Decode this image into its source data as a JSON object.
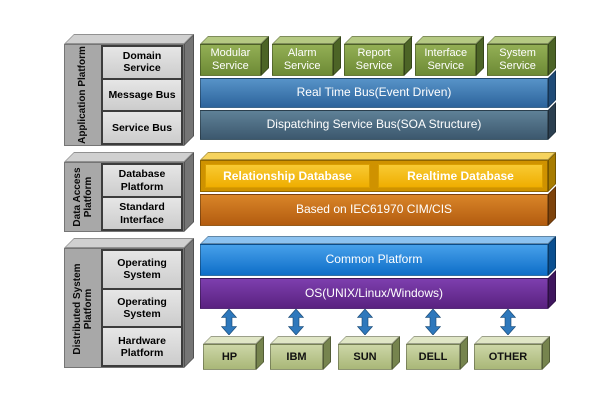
{
  "left_panels": [
    {
      "title": "Application Platform",
      "cells": [
        "Domain Service",
        "Message Bus",
        "Service Bus"
      ]
    },
    {
      "title": "Data Access Platform",
      "cells": [
        "Database Platform",
        "Standard Interface"
      ]
    },
    {
      "title": "Distributed System Platform",
      "cells": [
        "Operating System",
        "Operating System",
        "Hardware Platform"
      ]
    }
  ],
  "services": [
    "Modular Service",
    "Alarm Service",
    "Report Service",
    "Interface Service",
    "System Service"
  ],
  "bars": {
    "real_time_bus": "Real Time Bus(Event Driven)",
    "dispatching_bus": "Dispatching Service Bus(SOA Structure)",
    "iec_base": "Based on IEC61970 CIM/CIS",
    "common_platform": "Common Platform",
    "os": "OS(UNIX/Linux/Windows)"
  },
  "databases": [
    "Relationship Database",
    "Realtime Database"
  ],
  "vendors": [
    "HP",
    "IBM",
    "SUN",
    "DELL",
    "OTHER"
  ],
  "colors": {
    "service_green": "#7d9c42",
    "real_time_blue": "#3878b4",
    "dispatch_steel": "#47697f",
    "database_gold": "#f0b400",
    "iec_orange": "#c96f1a",
    "platform_blue": "#1178d4",
    "os_purple": "#6a2d91",
    "vendor_khaki": "#bcc795",
    "panel_gray": "#a8a8a8",
    "arrow_blue": "#2e78bc"
  }
}
